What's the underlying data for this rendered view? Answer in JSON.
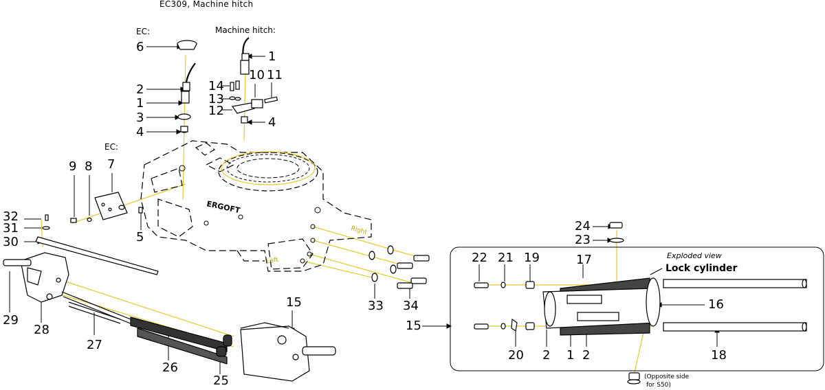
{
  "title": "EC309, Machine hitch",
  "labels": {
    "ec_top": "EC:",
    "machine_hitch": "Machine hitch:",
    "ec_mid": "EC:",
    "right": "Right",
    "left": "Left",
    "exploded_view": "Exploded view",
    "lock_cylinder": "Lock cylinder",
    "opposite_side_line1": "(Opposite side",
    "opposite_side_line2": "for S50)"
  },
  "callouts": {
    "c6": "6",
    "c2a": "2",
    "c1a": "1",
    "c3": "3",
    "c4a": "4",
    "c1b": "1",
    "c10": "10",
    "c11": "11",
    "c14": "14",
    "c13": "13",
    "c12": "12",
    "c4b": "4",
    "c9": "9",
    "c8": "8",
    "c7": "7",
    "c5": "5",
    "c32": "32",
    "c31": "31",
    "c30": "30",
    "c29": "29",
    "c28": "28",
    "c27": "27",
    "c26": "26",
    "c25": "25",
    "c15a": "15",
    "c33": "33",
    "c34": "34",
    "c24": "24",
    "c23": "23",
    "c22": "22",
    "c21": "21",
    "c19": "19",
    "c17": "17",
    "c16": "16",
    "c15b": "15",
    "c20": "20",
    "c2b": "2",
    "c1c": "1",
    "c2c": "2",
    "c18": "18"
  }
}
